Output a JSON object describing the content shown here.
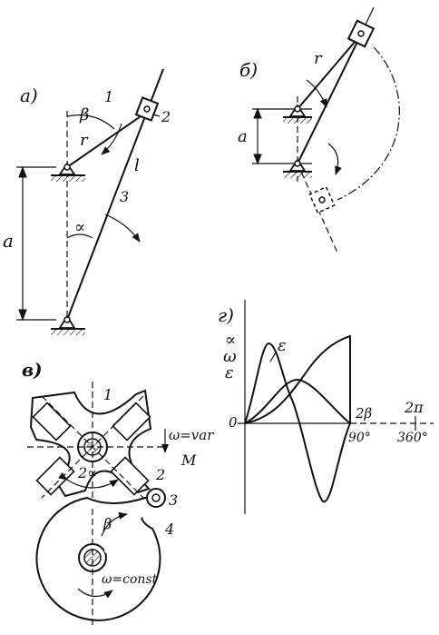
{
  "panel_a": {
    "label": "a)",
    "parts": [
      "1",
      "2",
      "3"
    ],
    "symbols": {
      "beta": "β",
      "alpha": "∝",
      "r": "r",
      "l": "l",
      "a": "a"
    }
  },
  "panel_b": {
    "label": "б)",
    "symbols": {
      "r": "r",
      "a": "a"
    }
  },
  "panel_v": {
    "label": "в)",
    "parts": [
      "1",
      "2",
      "3",
      "4"
    ],
    "symbols": {
      "two_alpha": "2∝",
      "beta": "β",
      "omega_var": "ω=var",
      "moment": "M",
      "omega_const": "ω=const"
    }
  },
  "panel_g": {
    "label": "г)",
    "y_labels": [
      "∝",
      "ω",
      "ε"
    ],
    "curve_label": "ε",
    "origin": "0",
    "tick_2beta": "2β",
    "tick_90": "90°",
    "tick_2pi": "2π",
    "tick_360": "360°"
  }
}
